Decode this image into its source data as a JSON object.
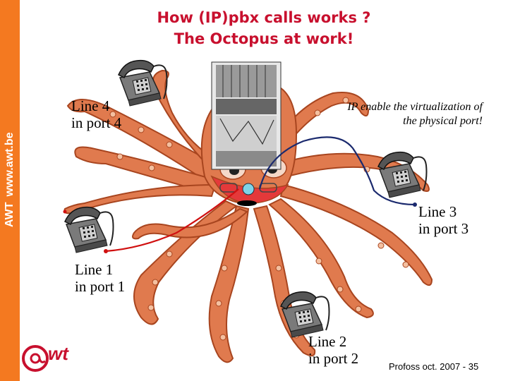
{
  "sidebar": {
    "brand": "AWT",
    "url": "www.awt.be",
    "color": "#f47920"
  },
  "title": {
    "line1": "How (IP)pbx calls works ?",
    "line2": "The  Octopus at work!"
  },
  "note": {
    "line1": "IP enable the virtualization of",
    "line2": "the physical port!"
  },
  "lines": [
    {
      "line": "Line 1",
      "port": "in port 1"
    },
    {
      "line": "Line 2",
      "port": "in port 2"
    },
    {
      "line": "Line 3",
      "port": "in port 3"
    },
    {
      "line": "Line 4",
      "port": "in port 4"
    }
  ],
  "logo": {
    "text": "wt"
  },
  "footer": {
    "text": "Profoss  oct. 2007 - 35"
  },
  "colors": {
    "title": "#c8102e",
    "octopus": "#e07a4e",
    "wire_red": "#d01010",
    "wire_blue": "#1b2a6e"
  }
}
